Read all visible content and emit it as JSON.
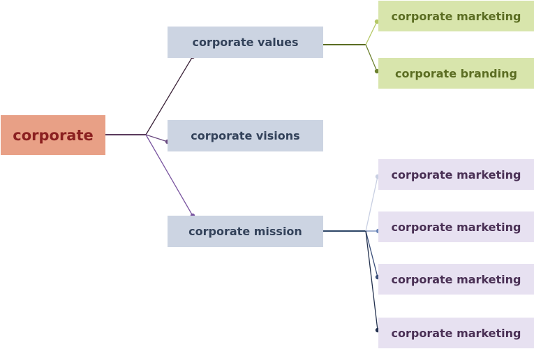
{
  "mindmap": {
    "root": "corporate",
    "branches": {
      "values": {
        "label": "corporate values",
        "children": [
          "corporate marketing",
          "corporate branding"
        ]
      },
      "visions": {
        "label": "corporate visions"
      },
      "mission": {
        "label": "corporate mission",
        "children": [
          "corporate marketing",
          "corporate marketing",
          "corporate marketing",
          "corporate marketing"
        ]
      }
    }
  },
  "colors": {
    "root_fill": "#e8a086",
    "root_text": "#8b2020",
    "branch_fill": "#ccd4e2",
    "branch_text": "#33425a",
    "green_fill": "#d8e5ac",
    "green_text": "#5b6d22",
    "purple_fill": "#e7e1f1",
    "purple_text": "#4a3055"
  }
}
